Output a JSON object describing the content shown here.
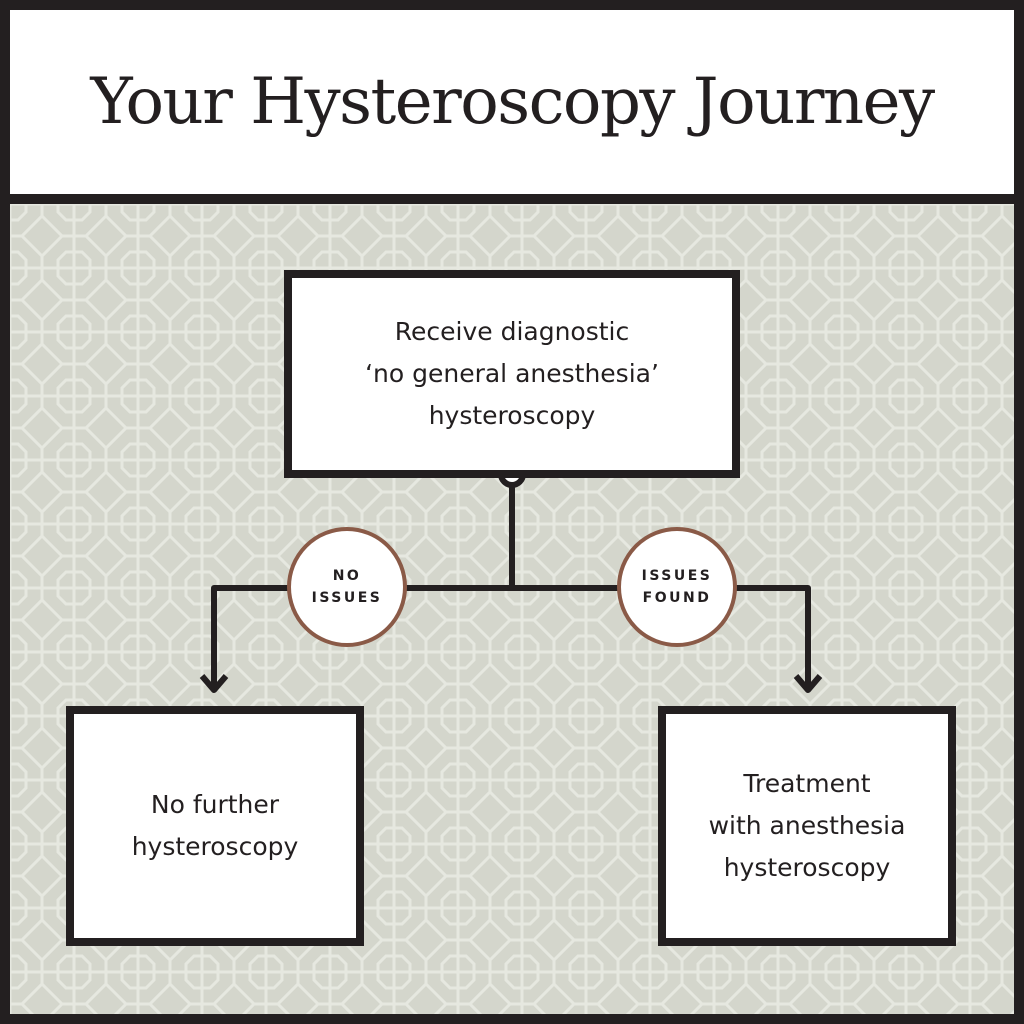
{
  "title": "Your Hysteroscopy Journey",
  "nodes": {
    "top": {
      "lines": [
        "Receive diagnostic",
        "‘no general anesthesia’",
        "hysteroscopy"
      ]
    },
    "left": {
      "lines": [
        "No further",
        "hysteroscopy"
      ]
    },
    "right": {
      "lines": [
        "Treatment",
        "with anesthesia",
        "hysteroscopy"
      ]
    }
  },
  "branches": {
    "left": {
      "lines": [
        "NO",
        "ISSUES"
      ]
    },
    "right": {
      "lines": [
        "ISSUES",
        "FOUND"
      ]
    }
  },
  "colors": {
    "ink": "#231f20",
    "background_pattern": "#d4d6cc",
    "badge_border": "#8a5a47",
    "box_fill": "#ffffff"
  }
}
